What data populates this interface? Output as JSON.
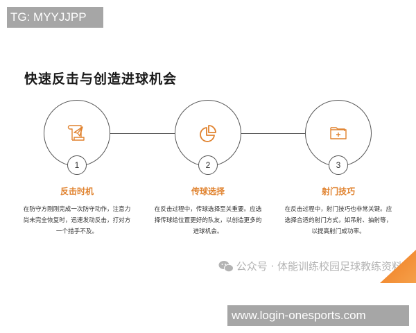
{
  "overlay": {
    "tg_label": "TG: MYYJJPP",
    "url_label": "www.login-onesports.com"
  },
  "page": {
    "title": "快速反击与创造进球机会"
  },
  "colors": {
    "accent": "#e0822e",
    "line": "#555555",
    "corner_start": "#f07b1f",
    "corner_end": "#f5a04a"
  },
  "steps": [
    {
      "number": "1",
      "icon": "scroll-paper-plane-icon",
      "title": "反击时机",
      "desc": "在防守方刚刚完成一次防守动作，注意力尚未完全恢复时，迅速发动反击，打对方一个措手不及。"
    },
    {
      "number": "2",
      "icon": "pie-chart-icon",
      "title": "传球选择",
      "desc": "在反击过程中，传球选择至关重要。应选择传球给位置更好的队友，以创造更多的进球机会。"
    },
    {
      "number": "3",
      "icon": "folder-add-icon",
      "title": "射门技巧",
      "desc": "在反击过程中，射门技巧也非常关键。应选择合适的射门方式，如吊射、抽射等，以提高射门成功率。"
    }
  ],
  "watermark": {
    "icon": "wechat-icon",
    "text": "公众号 · 体能训练校园足球教练资料"
  }
}
